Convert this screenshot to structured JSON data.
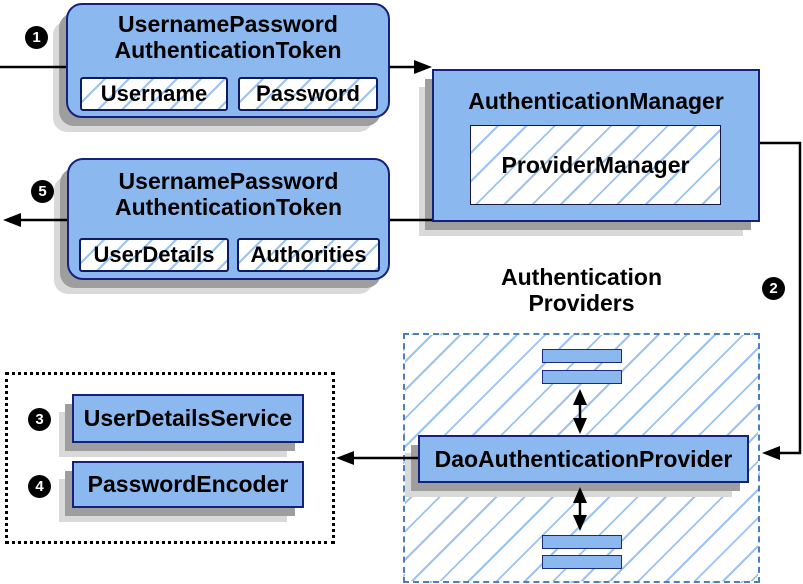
{
  "colors": {
    "box-fill": "#8cb8f0",
    "box-border": "#16217c",
    "hatch-line": "#9cc3ee",
    "dashed-border": "#4a7ebf",
    "shadow-dark": "#9e9e9e",
    "shadow-light": "#d9d9d9",
    "badge-bg": "#000000",
    "badge-text": "#ffffff",
    "arrow": "#000000"
  },
  "badges": {
    "step1": "1",
    "step2": "2",
    "step3": "3",
    "step4": "4",
    "step5": "5"
  },
  "request_token": {
    "title_line1": "UsernamePassword",
    "title_line2": "AuthenticationToken",
    "field1": "Username",
    "field2": "Password"
  },
  "authentication_manager": {
    "title": "AuthenticationManager",
    "inner": "ProviderManager"
  },
  "result_token": {
    "title_line1": "UsernamePassword",
    "title_line2": "AuthenticationToken",
    "field1": "UserDetails",
    "field2": "Authorities"
  },
  "providers_group": {
    "title_line1": "Authentication",
    "title_line2": "Providers",
    "provider": "DaoAuthenticationProvider"
  },
  "services_group": {
    "service1": "UserDetailsService",
    "service2": "PasswordEncoder"
  }
}
